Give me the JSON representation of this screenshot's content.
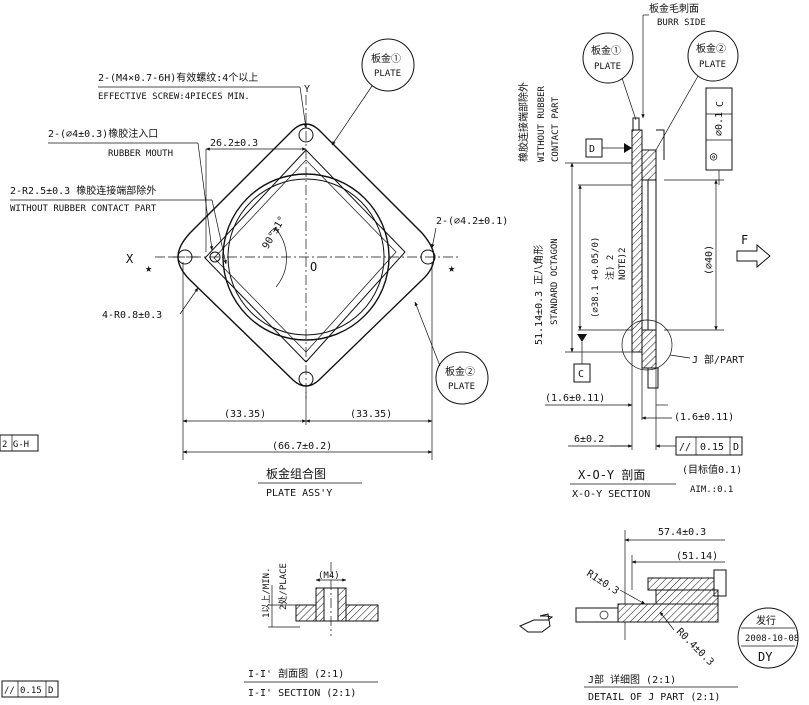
{
  "plate_assy": {
    "effective_screw": "2-(M4×0.7-6H)有效螺纹:4个以上",
    "effective_screw_en": "EFFECTIVE SCREW:4PIECES MIN.",
    "rubber_mouth": "2-(⌀4±0.3)橡胶注入口",
    "rubber_mouth_en": "RUBBER MOUTH",
    "without_rubber": "2-R2.5±0.3 橡胶连接端部除外",
    "without_rubber_en": "WITHOUT RUBBER CONTACT PART",
    "dim_26_2": "26.2±0.3",
    "radius_4r08": "4-R0.8±0.3",
    "hole_42": "2-(⌀4.2±0.1)",
    "angle": "90°±1°",
    "axis_x": "X",
    "axis_y": "Y",
    "origin": "O",
    "star": "★",
    "dim_half": "(33.35)",
    "dim_total": "(66.7±0.2)",
    "plate1_cn": "板金①",
    "plate1_en": "PLATE",
    "plate2_cn": "板金②",
    "plate2_en": "PLATE",
    "title_cn": "板金组合图",
    "title_en": "PLATE ASS'Y",
    "left_frag": "2 G-H",
    "bottom_frag_sym": "//",
    "bottom_frag_val": "0.15",
    "bottom_frag_ref": "D"
  },
  "section_xoy": {
    "burr_cn": "板金毛刺面",
    "burr_en": "BURR SIDE",
    "plate1_cn": "板金①",
    "plate1_en": "PLATE",
    "plate2_cn": "板金②",
    "plate2_en": "PLATE",
    "rubber_cn": "橡胶连接端部除外",
    "rubber_en1": "WITHOUT RUBBER",
    "rubber_en2": "CONTACT PART",
    "octagon_cn": "51.14±0.3 正八角形",
    "octagon_en": "STANDARD OCTAGON",
    "dia38": "(⌀38.1 +0.05/0)",
    "note_cn": "注) 2",
    "note_en": "NOTE)2",
    "dia40": "(⌀40)",
    "datum_d": "D",
    "datum_c": "C",
    "pos_val": "⌀0.1",
    "pos_ref": "C",
    "conc_sym": "◎",
    "j_part": "J 部/PART",
    "f_label": "F",
    "dim_16_left": "(1.6±0.11)",
    "dim_16_right": "(1.6±0.11)",
    "dim_6": "6±0.2",
    "par_sym": "//",
    "par_val": "0.15",
    "par_ref": "D",
    "aim_cn": "(目标值0.1)",
    "aim_en": "AIM.:0.1",
    "title_cn": "X-O-Y 剖面",
    "title_en": "X-O-Y SECTION"
  },
  "section_ii": {
    "min_cn": "1以上/MIN.",
    "place_cn": "2处/PLACE",
    "m4": "(M4)",
    "title_cn": "I-I' 剖面图 (2:1)",
    "title_en": "I-I'  SECTION (2:1)"
  },
  "detail_j": {
    "dim_574": "57.4±0.3",
    "dim_5114": "(51.14)",
    "r1": "R1±0.3",
    "r04": "R0.4±0.3",
    "title_cn": "J部 详细图 (2:1)",
    "title_en": "DETAIL OF J PART (2:1)"
  },
  "stamp": {
    "top": "发行",
    "date": "2008-10-08",
    "initials": "DY"
  }
}
